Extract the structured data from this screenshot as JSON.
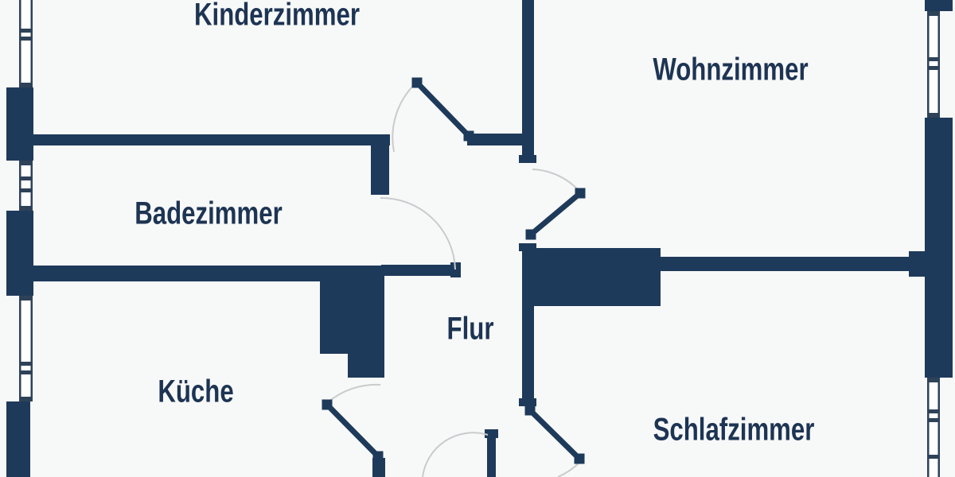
{
  "colors": {
    "background": "#f7f8f8",
    "wall": "#1e3a5a",
    "label": "#1d3453",
    "arc": "#c9cbcd",
    "window_line": "#2e4258",
    "window_glass": "#ffffff"
  },
  "rooms": [
    {
      "id": "kinderzimmer",
      "label": "Kinderzimmer"
    },
    {
      "id": "wohnzimmer",
      "label": "Wohnzimmer"
    },
    {
      "id": "badezimmer",
      "label": "Badezimmer"
    },
    {
      "id": "flur",
      "label": "Flur"
    },
    {
      "id": "kueche",
      "label": "Küche"
    },
    {
      "id": "schlafzimmer",
      "label": "Schlafzimmer"
    }
  ]
}
